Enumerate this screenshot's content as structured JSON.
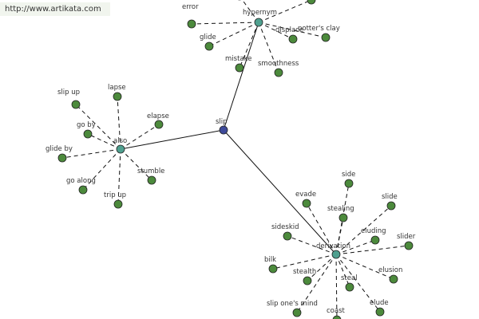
{
  "banner": {
    "url": "http://www.artikata.com"
  },
  "colors": {
    "root": "#3e4a9a",
    "hub": "#4fa08f",
    "leaf": "#4c8a3c",
    "edge": "#111111"
  },
  "graph": {
    "root": {
      "id": "slip",
      "label": "slip"
    },
    "hubs": [
      {
        "id": "hypernym",
        "label": "hypernym",
        "leaves": [
          "error",
          "glide",
          "mistake",
          "smoothness",
          "potter's clay",
          "displace",
          "",
          ""
        ]
      },
      {
        "id": "also",
        "label": "also",
        "leaves": [
          "slip up",
          "lapse",
          "elapse",
          "go by",
          "glide by",
          "go along",
          "trip up",
          "stumble"
        ]
      },
      {
        "id": "derivation",
        "label": "derivation",
        "leaves": [
          "side",
          "slide",
          "slider",
          "elusion",
          "elude",
          "coast",
          "steal",
          "stealth",
          "slip one's mind",
          "bilk",
          "sideskid",
          "evade",
          "stealing",
          "eluding"
        ]
      }
    ]
  }
}
